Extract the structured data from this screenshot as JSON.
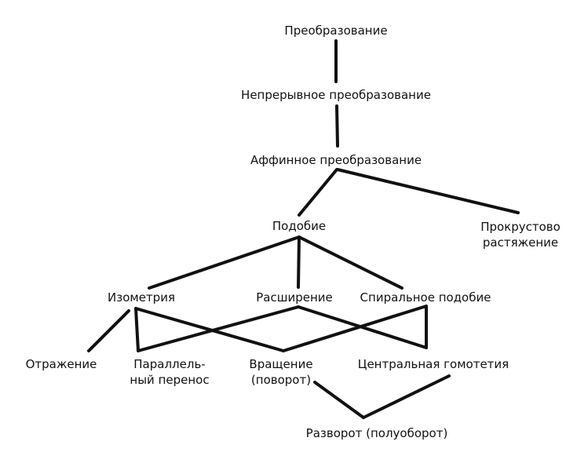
{
  "diagram": {
    "line_color": "#111111",
    "text_color": "#111111",
    "background": "#ffffff",
    "nodes": {
      "transformation": {
        "lines": [
          "Преобразование"
        ]
      },
      "continuous": {
        "lines": [
          "Непрерывное преобразование"
        ]
      },
      "affine": {
        "lines": [
          "Аффинное преобразование"
        ]
      },
      "similarity": {
        "lines": [
          "Подобие"
        ]
      },
      "procrustes": {
        "lines": [
          "Прокрустово",
          "растяжение"
        ]
      },
      "isometry": {
        "lines": [
          "Изометрия"
        ]
      },
      "dilation": {
        "lines": [
          "Расширение"
        ]
      },
      "spiral": {
        "lines": [
          "Спиральное подобие"
        ]
      },
      "reflection": {
        "lines": [
          "Отражение"
        ]
      },
      "translation": {
        "lines": [
          "Параллель-",
          "ный перенос"
        ]
      },
      "rotation": {
        "lines": [
          "Вращение",
          "(поворот)"
        ]
      },
      "homothety": {
        "lines": [
          "Центральная гомотетия"
        ]
      },
      "half_turn": {
        "lines": [
          "Разворот (полуоборот)"
        ]
      }
    }
  }
}
